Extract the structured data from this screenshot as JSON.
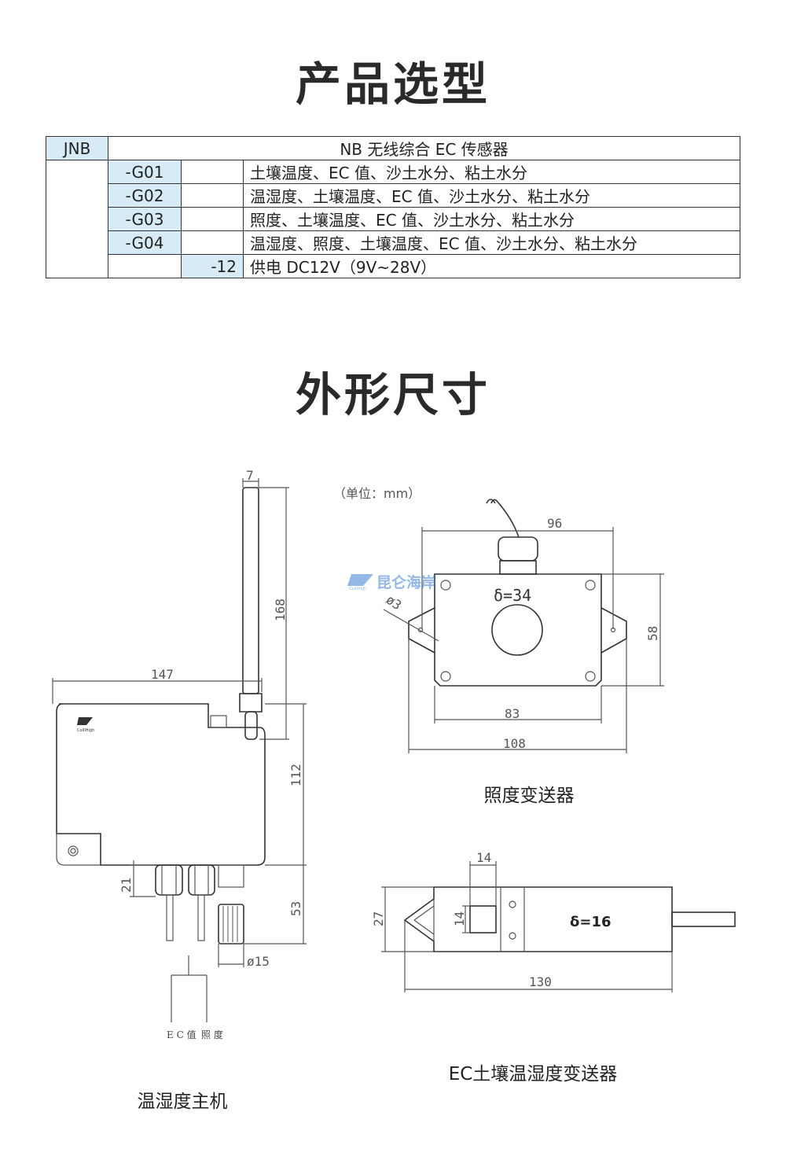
{
  "sections": {
    "selection_title": "产品选型",
    "dimensions_title": "外形尺寸"
  },
  "table": {
    "model": "JNB",
    "model_desc": "NB 无线综合 EC 传感器",
    "rows": [
      {
        "code": "-G01",
        "desc": "土壤温度、EC 值、沙土水分、粘土水分"
      },
      {
        "code": "-G02",
        "desc": "温湿度、土壤温度、EC 值、沙土水分、粘土水分"
      },
      {
        "code": "-G03",
        "desc": "照度、土壤温度、EC 值、沙土水分、粘土水分"
      },
      {
        "code": "-G04",
        "desc": "温湿度、照度、土壤温度、EC 值、沙土水分、粘土水分"
      }
    ],
    "power": {
      "code": "-12",
      "desc": "供电 DC12V（9V~28V）"
    }
  },
  "unit_note": "（单位：mm）",
  "watermark": {
    "text": "昆仑海岸",
    "sub": "ColliHigh"
  },
  "host": {
    "caption": "温湿度主机",
    "dims": {
      "antenna_width": "7",
      "antenna_height": "168",
      "width": "147",
      "height": "112",
      "gland": "21",
      "probe_length": "53",
      "probe_dia": "ø15"
    },
    "labels": {
      "ec": "E C 值",
      "light": "照 度"
    },
    "logo_text": "ColliHigh"
  },
  "light": {
    "caption": "照度变送器",
    "thickness": "δ=34",
    "dims": {
      "hole_spacing": "96",
      "height": "58",
      "body_width": "83",
      "total_width": "108",
      "hole_dia": "ø3"
    }
  },
  "ec": {
    "caption": "EC土壤温湿度变送器",
    "thickness": "δ=16",
    "dims": {
      "window_w": "14",
      "window_h": "14",
      "dia": "27",
      "length": "130"
    }
  }
}
